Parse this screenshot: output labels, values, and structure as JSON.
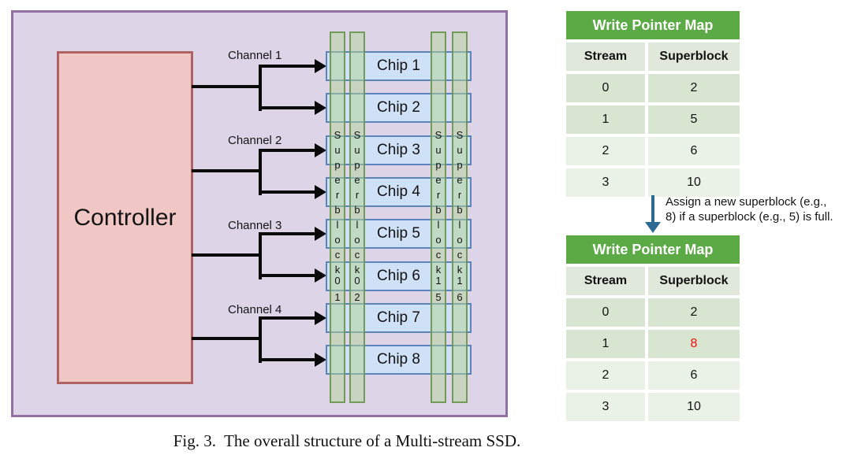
{
  "figure_caption": "Fig. 3.  The overall structure of a Multi-stream SSD.",
  "diagram": {
    "controller_label": "Controller",
    "channel_labels": [
      "Channel 1",
      "Channel 2",
      "Channel 3",
      "Channel 4"
    ],
    "chip_labels": [
      "Chip 1",
      "Chip 2",
      "Chip 3",
      "Chip 4",
      "Chip 5",
      "Chip 6",
      "Chip 7",
      "Chip 8"
    ],
    "superblock_word": "Superblock",
    "superblock_numbers": [
      "01",
      "02",
      "15",
      "16"
    ]
  },
  "write_pointer_maps": {
    "top": {
      "title": "Write Pointer Map",
      "columns": [
        "Stream",
        "Superblock"
      ],
      "rows": [
        [
          "0",
          "2"
        ],
        [
          "1",
          "5"
        ],
        [
          "2",
          "6"
        ],
        [
          "3",
          "10"
        ]
      ]
    },
    "bottom": {
      "title": "Write Pointer Map",
      "columns": [
        "Stream",
        "Superblock"
      ],
      "rows": [
        [
          "0",
          "2"
        ],
        [
          "1",
          "8"
        ],
        [
          "2",
          "6"
        ],
        [
          "3",
          "10"
        ]
      ],
      "highlighted_value": "8"
    }
  },
  "annotation": {
    "line1": "Assign a new superblock (e.g.,",
    "line2": "8) if a superblock (e.g., 5) is full."
  },
  "colors": {
    "ssd_background": "#ded4e8",
    "ssd_border": "#9470a2",
    "controller_fill": "#f0c7c5",
    "controller_border": "#b06262",
    "chip_fill": "#cfe1f7",
    "chip_border": "#5b84bc",
    "superblock_green_border": "#68944c",
    "table_header_green": "#5caa46",
    "table_row_dark": "#d8e5d1",
    "table_row_light": "#eaf1e6",
    "highlight_red": "#f40b0b",
    "flow_arrow_blue": "#2b6a93",
    "connector_black": "#0a0a0a"
  }
}
